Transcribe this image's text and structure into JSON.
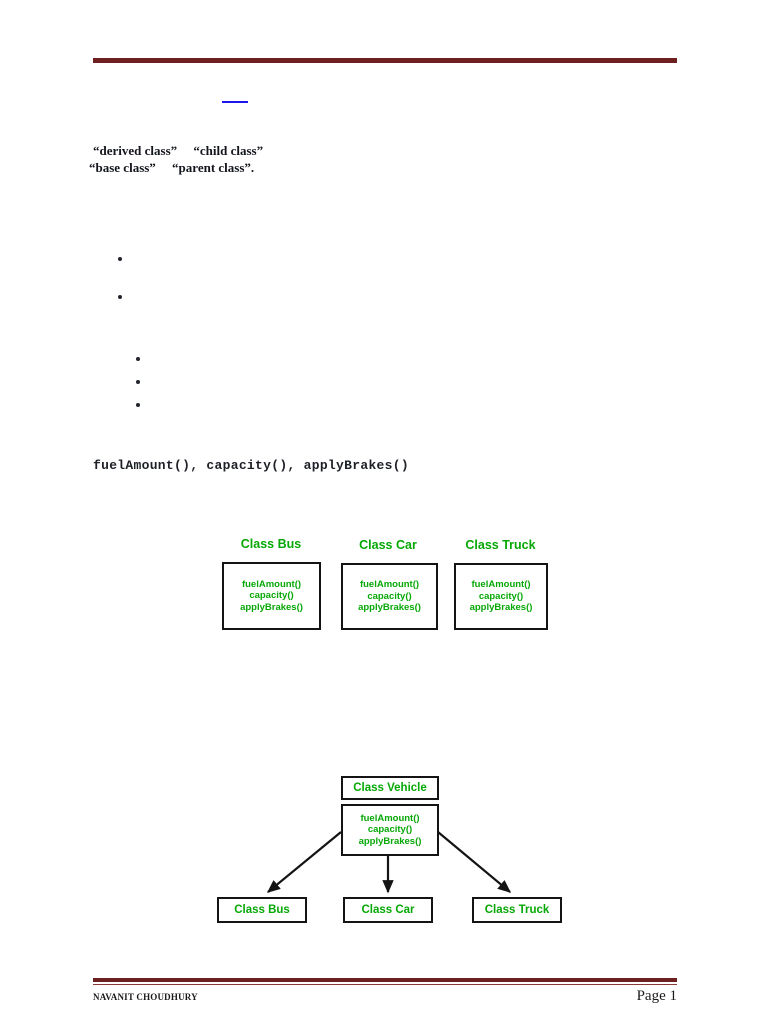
{
  "document": {
    "header_rule_color": "#6E1F1F",
    "footer_rule_color": "#6E1F1F",
    "accent_green": "#06A806",
    "link_color": "#1b16f0",
    "box_border_color": "#141414"
  },
  "body": {
    "link_label": "",
    "quoted_line_1": "“derived class”     “child class”",
    "quoted_line_2": "“base class”     “parent class”.",
    "code_line": "fuelAmount(), capacity(), applyBrakes()",
    "bullets": [
      {
        "text": ""
      },
      {
        "text": ""
      },
      {
        "text": ""
      },
      {
        "text": ""
      },
      {
        "text": ""
      }
    ]
  },
  "sibling_diagram": {
    "classes": [
      {
        "title": "Class Bus",
        "methods": [
          "fuelAmount()",
          "capacity()",
          "applyBrakes()"
        ]
      },
      {
        "title": "Class Car",
        "methods": [
          "fuelAmount()",
          "capacity()",
          "applyBrakes()"
        ]
      },
      {
        "title": "Class Truck",
        "methods": [
          "fuelAmount()",
          "capacity()",
          "applyBrakes()"
        ]
      }
    ]
  },
  "hierarchy_diagram": {
    "parent": {
      "label": "Class Vehicle",
      "methods": [
        "fuelAmount()",
        "capacity()",
        "applyBrakes()"
      ]
    },
    "children": [
      {
        "label": "Class Bus"
      },
      {
        "label": "Class Car"
      },
      {
        "label": "Class Truck"
      }
    ]
  },
  "footer": {
    "author": "NAVANIT CHOUDHURY",
    "page": "Page 1"
  }
}
